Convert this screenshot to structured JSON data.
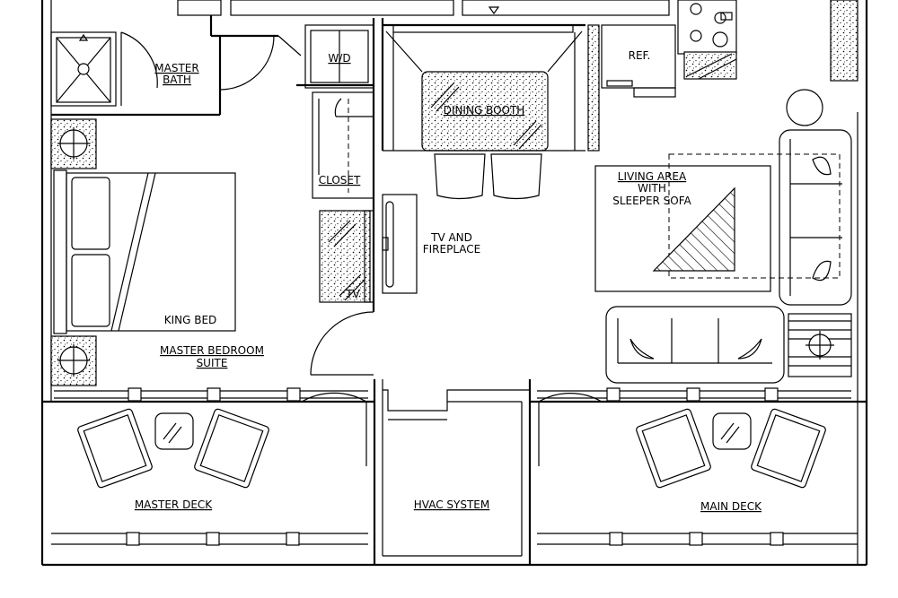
{
  "labels": {
    "master_bath_1": "MASTER",
    "master_bath_2": "BATH",
    "wd": "W/D",
    "ref": "REF.",
    "dining_booth": "DINING BOOTH",
    "closet": "CLOSET",
    "tv_fireplace_1": "TV AND",
    "tv_fireplace_2": "FIREPLACE",
    "tv": "TV",
    "living_1": "LIVING AREA",
    "living_2": "WITH",
    "living_3": "SLEEPER SOFA",
    "king_bed": "KING BED",
    "bedroom_1": "MASTER BEDROOM",
    "bedroom_2": "SUITE",
    "master_deck": "MASTER DECK",
    "hvac": "HVAC SYSTEM",
    "main_deck": "MAIN DECK"
  },
  "colors": {
    "line": "#000000",
    "background": "#ffffff"
  }
}
